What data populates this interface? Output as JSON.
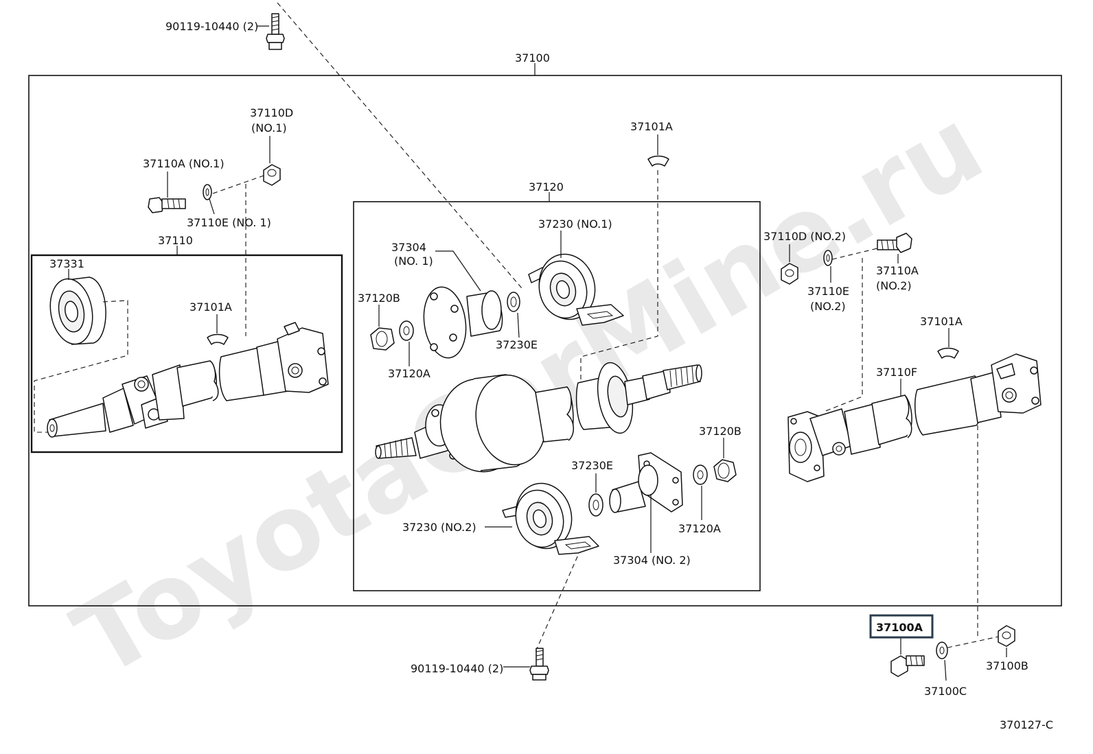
{
  "watermark": "ToyotaCarMine.ru",
  "diagram_code": "370127-C",
  "labels": {
    "p37100": "37100",
    "p37120": "37120",
    "p37110": "37110",
    "p37331": "37331",
    "bolt_top": "90119-10440 (2)",
    "bolt_bottom": "90119-10440 (2)",
    "p37110D_no1_a": "37110D",
    "p37110D_no1_b": "(NO.1)",
    "p37110A_no1": "37110A (NO.1)",
    "p37110E_no1": "37110E (NO. 1)",
    "p37101A_left": "37101A",
    "p37101A_top": "37101A",
    "p37101A_right": "37101A",
    "p37230_no1": "37230 (NO.1)",
    "p37304_no1_a": "37304",
    "p37304_no1_b": "(NO. 1)",
    "p37120B_left": "37120B",
    "p37120A_left": "37120A",
    "p37230E_top": "37230E",
    "p37230E_bottom": "37230E",
    "p37230_no2": "37230 (NO.2)",
    "p37304_no2": "37304 (NO. 2)",
    "p37120B_right": "37120B",
    "p37120A_right": "37120A",
    "p37110D_no2": "37110D (NO.2)",
    "p37110E_no2_a": "37110E",
    "p37110E_no2_b": "(NO.2)",
    "p37110A_no2_a": "37110A",
    "p37110A_no2_b": "(NO.2)",
    "p37110F": "37110F",
    "p37100A": "37100A",
    "p37100B": "37100B",
    "p37100C": "37100C"
  }
}
